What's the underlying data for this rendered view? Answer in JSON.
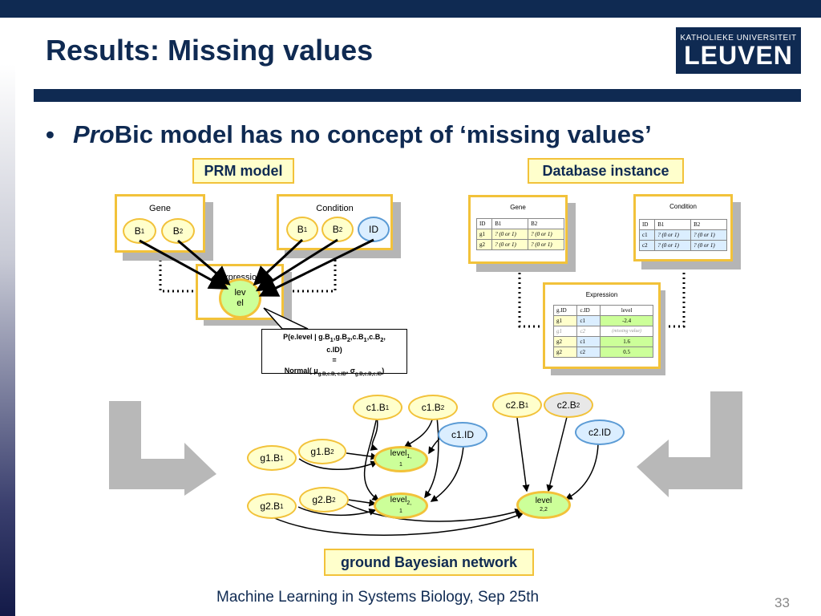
{
  "header": {
    "title": "Results: Missing values",
    "logo_small": "KATHOLIEKE UNIVERSITEIT",
    "logo_big": "LEUVEN"
  },
  "bullet": {
    "marker": "•",
    "italic_part": "Pro",
    "rest": "Bic model has no concept of ‘missing values’"
  },
  "prm": {
    "label": "PRM model",
    "gene": {
      "title": "Gene",
      "b1": "B",
      "b1_sub": "1",
      "b2": "B",
      "b2_sub": "2"
    },
    "condition": {
      "title": "Condition",
      "b1": "B",
      "b1_sub": "1",
      "b2": "B",
      "b2_sub": "2",
      "id": "ID"
    },
    "expression": {
      "title": "Expression",
      "level_line1": "lev",
      "level_line2": "el"
    },
    "formula": {
      "line1_a": "P(e.level | g.B",
      "line1_b": "1",
      "line1_c": ",g.B",
      "line1_d": "2",
      "line1_e": ",c.B",
      "line1_f": "1",
      "line1_g": ",c.B",
      "line1_h": "2",
      "line1_i": ",",
      "line2": "c.ID)",
      "line3": "=",
      "line4_a": "Normal( μ",
      "line4_b": "g.B,c.B, c.ID",
      "line4_c": ", σ",
      "line4_d": "g.B,c.B,c.ID",
      "line4_e": ")"
    }
  },
  "database": {
    "label": "Database instance",
    "gene": {
      "title": "Gene",
      "headers": [
        "ID",
        "B1",
        "B2"
      ],
      "rows": [
        [
          "g1",
          "? (0 or 1)",
          "? (0 or 1)"
        ],
        [
          "g2",
          "? (0 or 1)",
          "? (0 or 1)"
        ]
      ]
    },
    "condition": {
      "title": "Condition",
      "headers": [
        "ID",
        "B1",
        "B2"
      ],
      "rows": [
        [
          "c1",
          "? (0 or 1)",
          "? (0 or 1)"
        ],
        [
          "c2",
          "? (0 or 1)",
          "? (0 or 1)"
        ]
      ]
    },
    "expression": {
      "title": "Expression",
      "headers": [
        "g.ID",
        "c.ID",
        "level"
      ],
      "rows": [
        [
          "g1",
          "c1",
          "-2.4"
        ],
        [
          "g1",
          "c2",
          "(missing value)"
        ],
        [
          "g2",
          "c1",
          "1.6"
        ],
        [
          "g2",
          "c2",
          "0.5"
        ]
      ]
    }
  },
  "network": {
    "label": "ground Bayesian network",
    "nodes": {
      "c1b1": {
        "t": "c1.B",
        "s": "1"
      },
      "c1b2": {
        "t": "c1.B",
        "s": "2"
      },
      "c2b1": {
        "t": "c2.B",
        "s": "1"
      },
      "c2b2": {
        "t": "c2.B",
        "s": "2"
      },
      "c1id": {
        "t": "c1.ID"
      },
      "c2id": {
        "t": "c2.ID"
      },
      "g1b1": {
        "t": "g1.B",
        "s": "1"
      },
      "g1b2": {
        "t": "g1.B",
        "s": "2"
      },
      "g2b1": {
        "t": "g2.B",
        "s": "1"
      },
      "g2b2": {
        "t": "g2.B",
        "s": "2"
      },
      "level11": {
        "t": "level",
        "s": "1,",
        "s2": "1"
      },
      "level21": {
        "t": "level",
        "s": "2,",
        "s2": "1"
      },
      "level22": {
        "t": "level",
        "s2": "2,2"
      }
    }
  },
  "footer": {
    "text": "Machine Learning in Systems Biology, Sep 25th",
    "page": "33"
  }
}
